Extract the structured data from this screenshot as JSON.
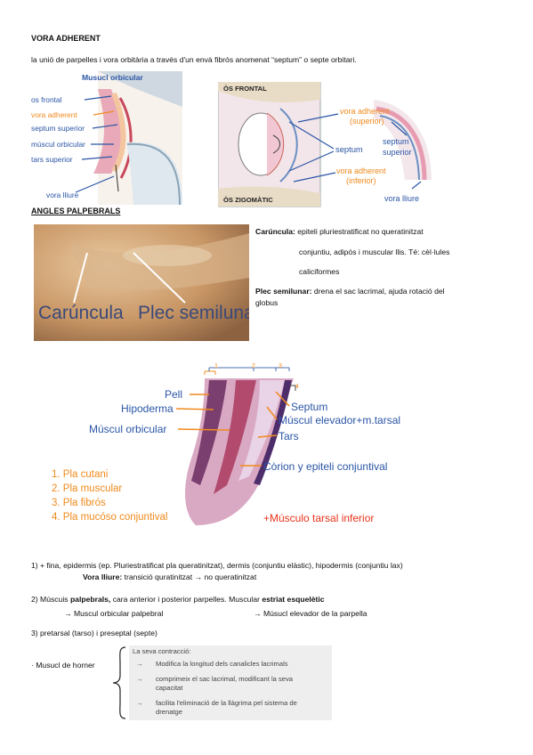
{
  "section1": {
    "title": "VORA ADHERENT",
    "text": "la unió de parpelles i vora orbitària a través d'un envà fibrós anomenat “septum” o septe orbitari."
  },
  "figure1": {
    "labels": {
      "musculus": "Musucl orbicular",
      "os_frontal": "os frontal",
      "vora_adherent": "vora adherent",
      "septum_superior": "septum superior",
      "muscul_orbicular": "múscul orbicular",
      "tars_superior": "tars superior",
      "vora_lliure": "vora lliure"
    }
  },
  "figure2": {
    "labels": {
      "os_frontal": "ÒS FRONTAL",
      "os_zigomatic": "ÒS ZIGOMÀTIC",
      "vora_adherent_sup_1": "vora adherent",
      "vora_adherent_sup_2": "(superior)",
      "septum": "septum",
      "vora_adherent_inf_1": "vora adherent",
      "vora_adherent_inf_2": "(inferior)",
      "septum_superior_1": "septum",
      "septum_superior_2": "superior",
      "vora_lliure": "vora lliure"
    }
  },
  "section2": {
    "title": "ANGLES PALPEBRALS",
    "photo_labels": {
      "caruncula": "Carúncula",
      "plec": "Plec semilunar"
    },
    "caruncula_term": "Carúncula:",
    "caruncula_l1": " epiteli pluriestratificat no queratinitzat",
    "caruncula_l2": "conjuntiu, adipós i muscular llis. Té: cèl·lules",
    "caruncula_l3": "caliciformes",
    "plec_term": "Plec semilunar:",
    "plec_l1": " drena el sac lacrimal, ajuda rotació del",
    "plec_l2": "globus"
  },
  "histology": {
    "brackets": [
      "1",
      "2",
      "3",
      "4"
    ],
    "left_labels": {
      "pell": "Pell",
      "hipoderma": "Hipoderma",
      "orbicular": "Múscul orbicular"
    },
    "right_labels": {
      "septum": "Septum",
      "elevador": "Múscul elevador+m.tarsal",
      "tars": "Tars",
      "corion": "Còrion y epiteli conjuntival",
      "tarsal_inf": "+Músculo tarsal inferior"
    },
    "planes": [
      "1. Pla cutani",
      "2. Pla muscular",
      "3. Pla fibrós",
      "4. Pla mucóso conjuntival"
    ]
  },
  "notes": {
    "line1_a": "1) + fina, epidermis (ep. Pluriestratificat pla queratinitzat), dermis (conjuntiu elàstic), hipodermis (conjuntiu lax)",
    "line1_b_term": "Vora lliure:",
    "line1_b_text": " transició quratinitzat → no queratinitzat",
    "line2_a": "2)  Múscuis ",
    "line2_bold": "palpebrals,",
    "line2_b": " cara anterior i posterior parpelles. Muscular ",
    "line2_bold2": "estriat esquelètic",
    "line2_sub1": "→ Muscul orbicular palpebral",
    "line2_sub2": "→ Músucl elevador de la parpella",
    "line3": "3) pretarsal (tarso) i preseptal (septe)",
    "horner": "· Musucl de horner",
    "contraction_title": "La seva contracció:",
    "contraction_items": [
      "Modifica la longitud dels canalicles lacrimals",
      "comprimeix el sac lacrimal, modificant la seva",
      "capacitat",
      "facilita l'eliminació de la llàgrima pel sistema de",
      "drenatge"
    ]
  },
  "colors": {
    "label_blue": "#2b56a6",
    "label_orange": "#f08a1c",
    "label_red": "#e8341c"
  }
}
